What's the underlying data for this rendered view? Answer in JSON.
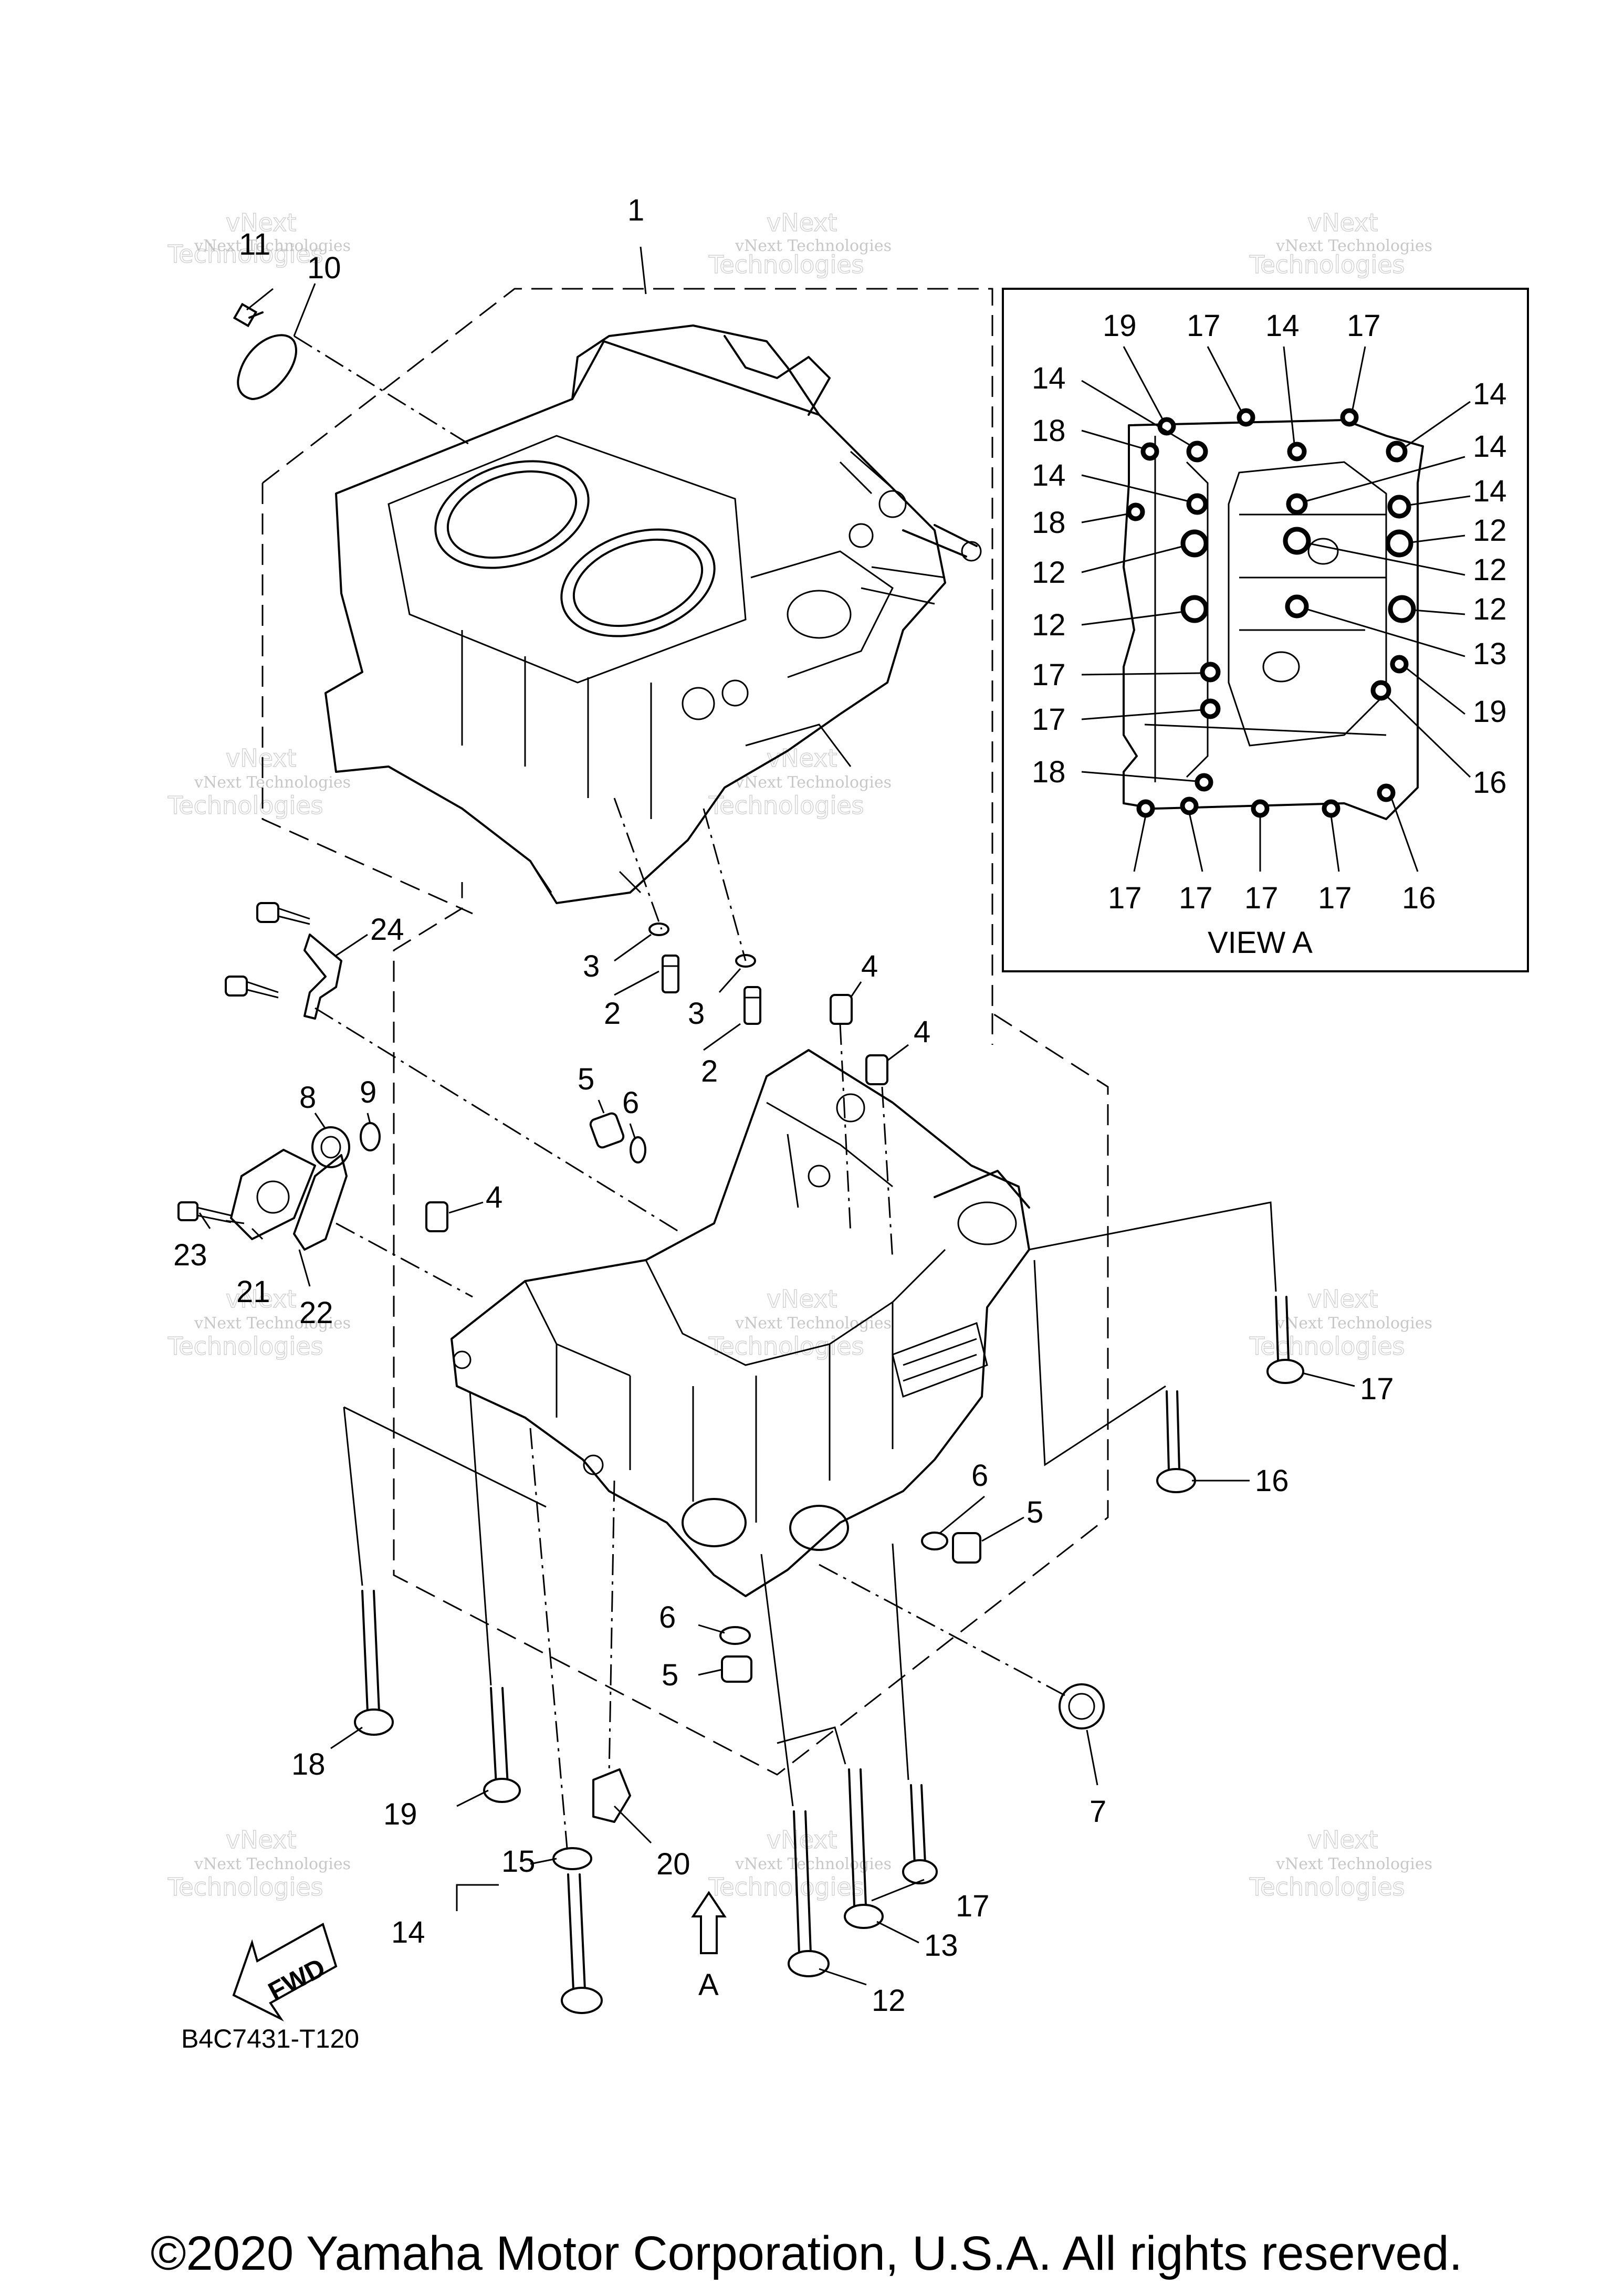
{
  "diagram_code": "B4C7431-T120",
  "view_label": "VIEW A",
  "fwd_label": "FWD",
  "arrow_label": "A",
  "watermark": {
    "line1": "vNext Technologies",
    "line2": "vNext",
    "line3": "Technologies"
  },
  "copyright": "©2020 Yamaha Motor Corporation, U.S.A. All rights reserved.",
  "callouts_main": [
    "1",
    "2",
    "2",
    "3",
    "3",
    "4",
    "4",
    "4",
    "5",
    "5",
    "5",
    "6",
    "6",
    "6",
    "7",
    "8",
    "9",
    "10",
    "11",
    "12",
    "13",
    "14",
    "15",
    "16",
    "17",
    "17",
    "18",
    "19",
    "20",
    "21",
    "22",
    "23",
    "24"
  ],
  "callouts_view_a": [
    "19",
    "17",
    "14",
    "17",
    "14",
    "14",
    "18",
    "14",
    "14",
    "14",
    "18",
    "12",
    "12",
    "12",
    "12",
    "12",
    "13",
    "17",
    "19",
    "17",
    "16",
    "18",
    "17",
    "17",
    "17",
    "17",
    "16"
  ]
}
